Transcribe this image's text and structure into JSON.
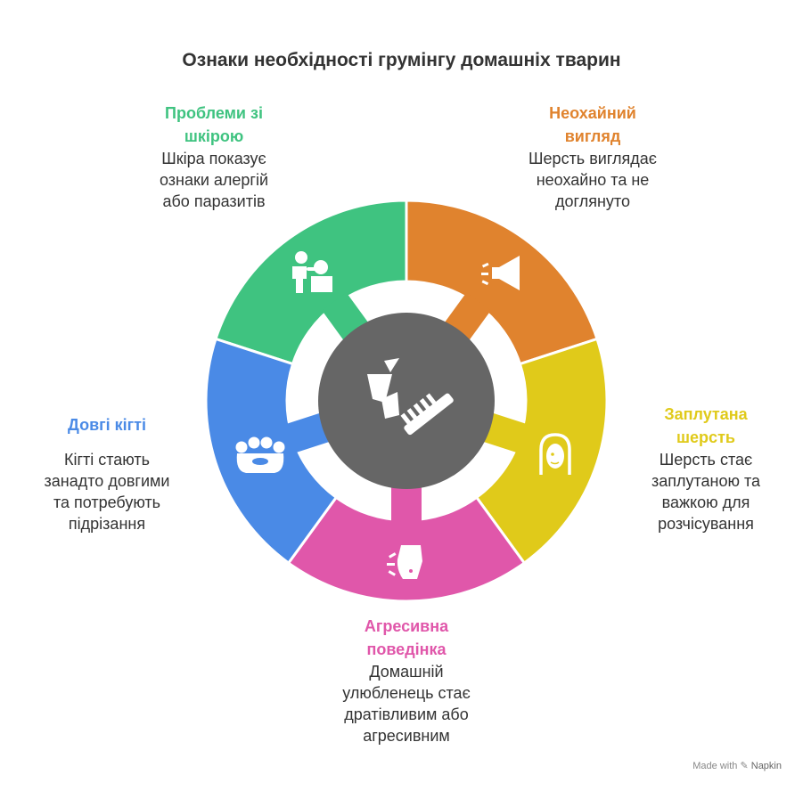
{
  "title": "Ознаки необхідності грумінгу домашніх тварин",
  "center": {
    "icon": "bow-and-comb-icon",
    "color": "#666666"
  },
  "segments": [
    {
      "id": "skin",
      "title_lines": [
        "Проблеми зі",
        "шкірою"
      ],
      "desc_lines": [
        "Шкіра показує",
        "ознаки алергій",
        "або паразитів"
      ],
      "color": "#3FC380",
      "icon": "vet-examining-pet-icon"
    },
    {
      "id": "untidy",
      "title_lines": [
        "Неохайний",
        "вигляд"
      ],
      "desc_lines": [
        "Шерсть виглядає",
        "неохайно та не",
        "доглянуто"
      ],
      "color": "#E0832E",
      "icon": "megaphone-icon"
    },
    {
      "id": "tangled",
      "title_lines": [
        "Заплутана",
        "шерсть"
      ],
      "desc_lines": [
        "Шерсть стає",
        "заплутаною та",
        "важкою для",
        "розчісування"
      ],
      "color": "#E0CA1A",
      "icon": "long-hair-face-icon"
    },
    {
      "id": "aggressive",
      "title_lines": [
        "Агресивна",
        "поведінка"
      ],
      "desc_lines": [
        "Домашній",
        "улюбленець стає",
        "дратівливим або",
        "агресивним"
      ],
      "color": "#E057AA",
      "icon": "barking-dog-icon"
    },
    {
      "id": "nails",
      "title_lines": [
        "Довгі кігті"
      ],
      "desc_lines": [
        "Кігті стають",
        "занадто довгими",
        "та потребують",
        "підрізання"
      ],
      "color": "#4A8AE6",
      "icon": "paw-claws-icon"
    }
  ],
  "footer": {
    "prefix": "Made with",
    "brand": "Napkin"
  }
}
